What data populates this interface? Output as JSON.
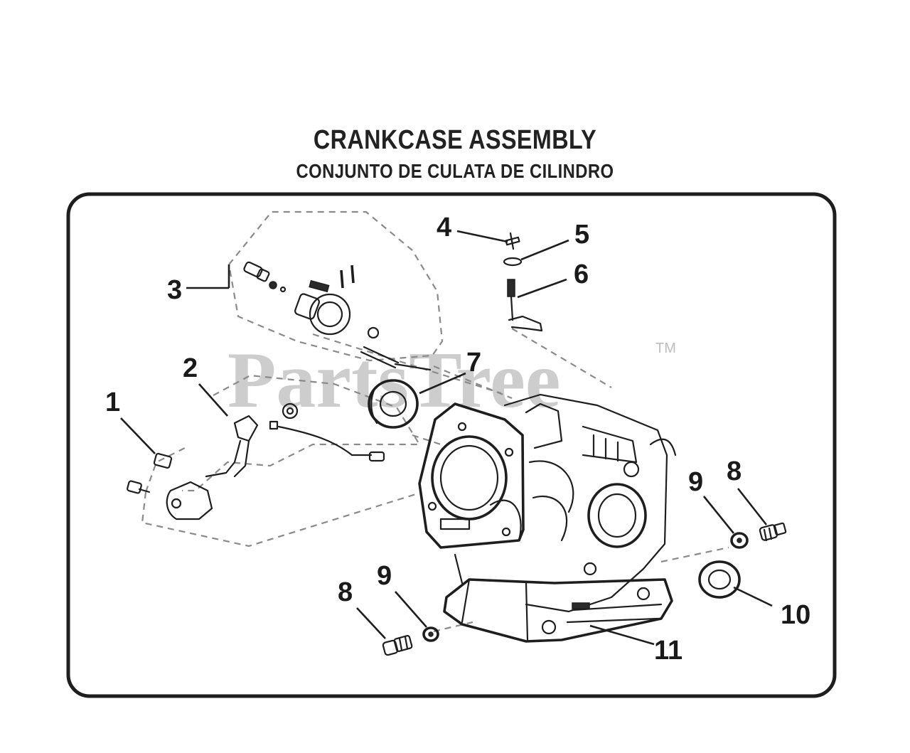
{
  "header": {
    "title": "CRANKCASE ASSEMBLY",
    "subtitle": "CONJUNTO DE CULATA DE CILINDRO"
  },
  "watermark": {
    "text": "PartsTree",
    "trademark": "TM"
  },
  "callouts": {
    "c1": "1",
    "c2": "2",
    "c3": "3",
    "c4": "4",
    "c5": "5",
    "c6": "6",
    "c7": "7",
    "c8a": "8",
    "c8b": "8",
    "c9a": "9",
    "c9b": "9",
    "c10": "10",
    "c11": "11"
  }
}
